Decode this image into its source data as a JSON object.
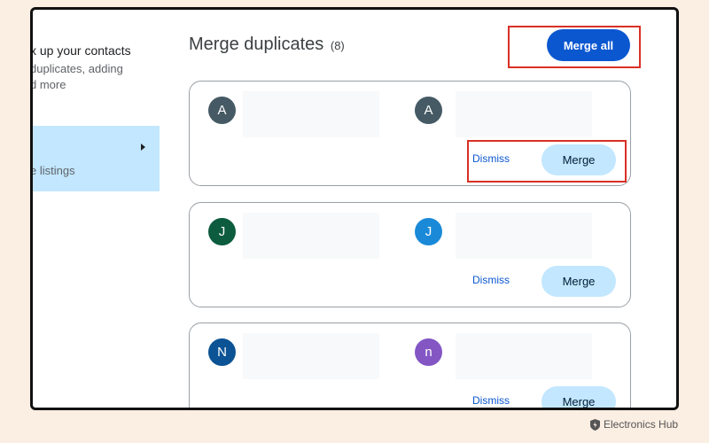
{
  "sidebar": {
    "title": "x up your contacts",
    "description_lines": [
      "duplicates, adding",
      "d more"
    ],
    "item": {
      "label": "e listings"
    }
  },
  "main": {
    "title": "Merge duplicates",
    "count": "(8)",
    "merge_all_label": "Merge all"
  },
  "cards": [
    {
      "left_initial": "A",
      "right_initial": "A",
      "left_color": "#455a64",
      "right_color": "#455a64",
      "dismiss_label": "Dismiss",
      "merge_label": "Merge"
    },
    {
      "left_initial": "J",
      "right_initial": "J",
      "left_color": "#0d5c3f",
      "right_color": "#1a8ad8",
      "dismiss_label": "Dismiss",
      "merge_label": "Merge"
    },
    {
      "left_initial": "N",
      "right_initial": "n",
      "left_color": "#0b5394",
      "right_color": "#8356c4",
      "dismiss_label": "Dismiss",
      "merge_label": "Merge"
    }
  ],
  "watermark": {
    "text": "Electronics Hub"
  },
  "colors": {
    "accent": "#0b57d0",
    "highlight": "#c2e7ff",
    "annotation": "#d93025",
    "background": "#fbeee3"
  }
}
